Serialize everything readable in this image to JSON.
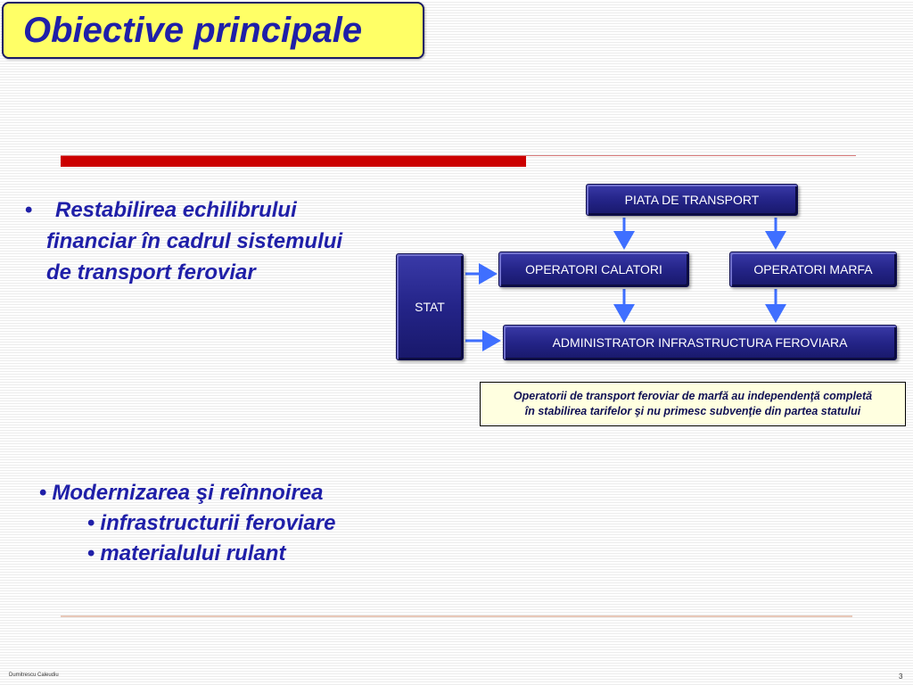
{
  "title": "Obiective principale",
  "bullets": {
    "first": {
      "symbol": "•",
      "lines": [
        "Restabilirea echilibrului",
        "financiar în cadrul sistemului",
        "de transport feroviar"
      ]
    },
    "second": {
      "symbol": "•",
      "main": "Modernizarea şi reînnoirea",
      "sub": [
        "infrastructurii feroviare",
        "materialului rulant"
      ]
    }
  },
  "diagram": {
    "market": "PIATA DE TRANSPORT",
    "passenger_operators": "OPERATORI  CALATORI",
    "freight_operators": "OPERATORI  MARFA",
    "state": "STAT",
    "infrastructure_admin": "ADMINISTRATOR  INFRASTRUCTURA FEROVIARA",
    "note_lines": [
      "Operatorii de transport feroviar de marfă au independenţă completă",
      "în stabilirea tarifelor şi nu primesc subvenţie din partea statului"
    ]
  },
  "footer": {
    "author": "Dumitrescu Caleudiu",
    "page": "3"
  },
  "colors": {
    "title_text": "#1f1fa8",
    "title_bg": "#ffff66",
    "accent_red": "#cc0000",
    "box_fill": "#242488",
    "arrow": "#3f6fff"
  }
}
